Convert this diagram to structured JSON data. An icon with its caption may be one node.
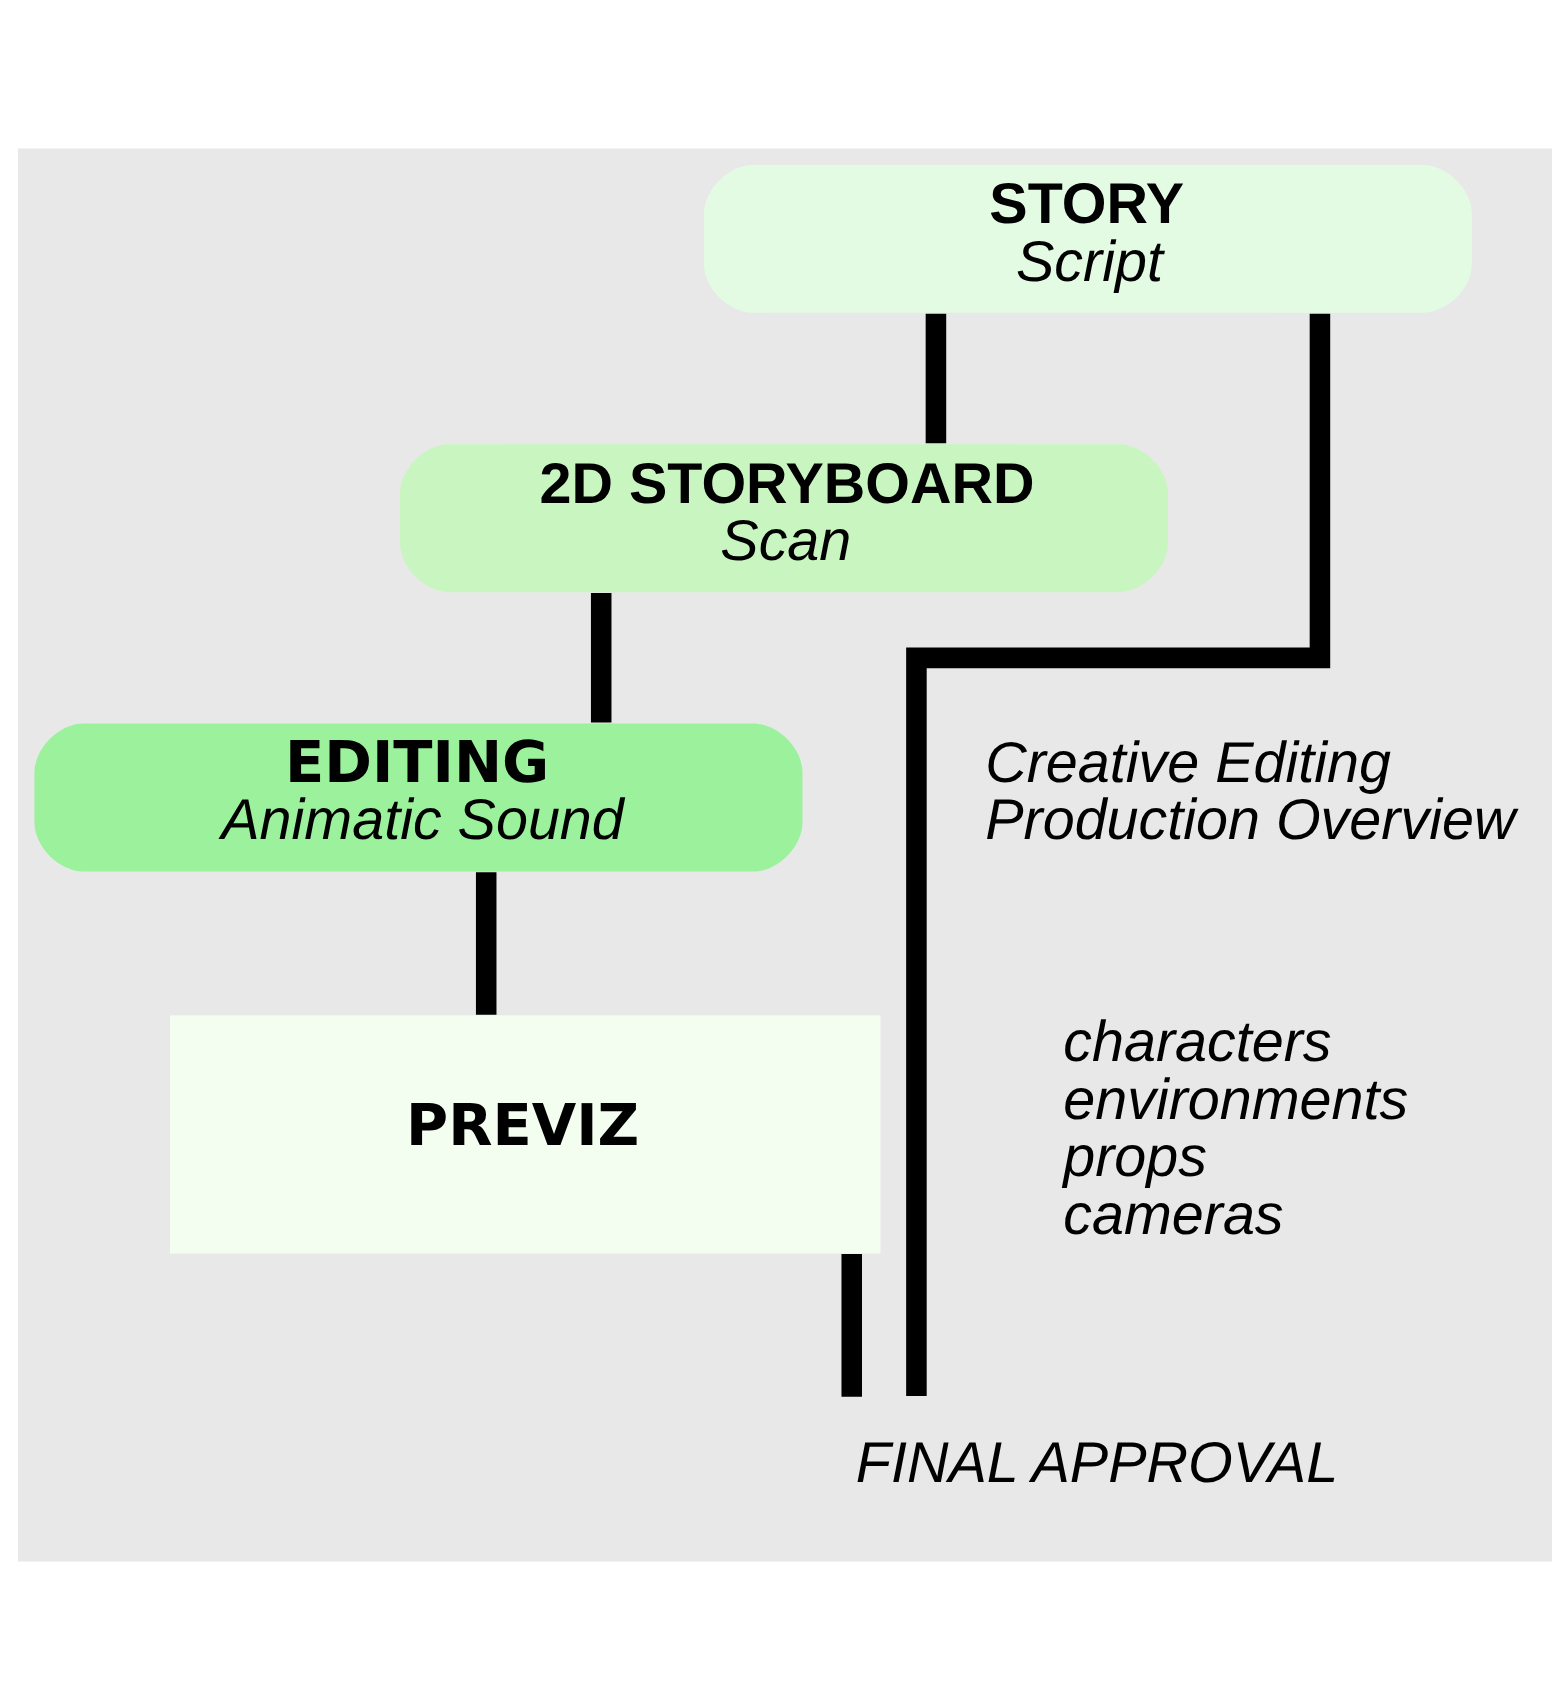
{
  "diagram": {
    "nodes": [
      {
        "text": [
          "STORY",
          "Script"
        ]
      },
      {
        "text": [
          "2D STORYBOARD",
          "Scan"
        ]
      },
      {
        "text": [
          "EDITING",
          "Animatic Sound"
        ],
        "beside": [
          "Creative Editing",
          "Production Overview"
        ]
      },
      {
        "text": [
          "PREVIZ"
        ],
        "beside": [
          "characters",
          "environments",
          "props",
          "cameras"
        ]
      },
      {
        "text": [
          "FINAL APPROVAL"
        ]
      }
    ],
    "edges": [
      {
        "from": 0,
        "to": 1,
        "arrow": "none"
      },
      {
        "from": 1,
        "to": 2,
        "arrow": "none"
      },
      {
        "from": 2,
        "to": 3,
        "arrow": "none"
      },
      {
        "from": 3,
        "to": 4,
        "arrow": "none"
      },
      {
        "from": 0,
        "to": 4,
        "arrow": "none"
      }
    ]
  }
}
